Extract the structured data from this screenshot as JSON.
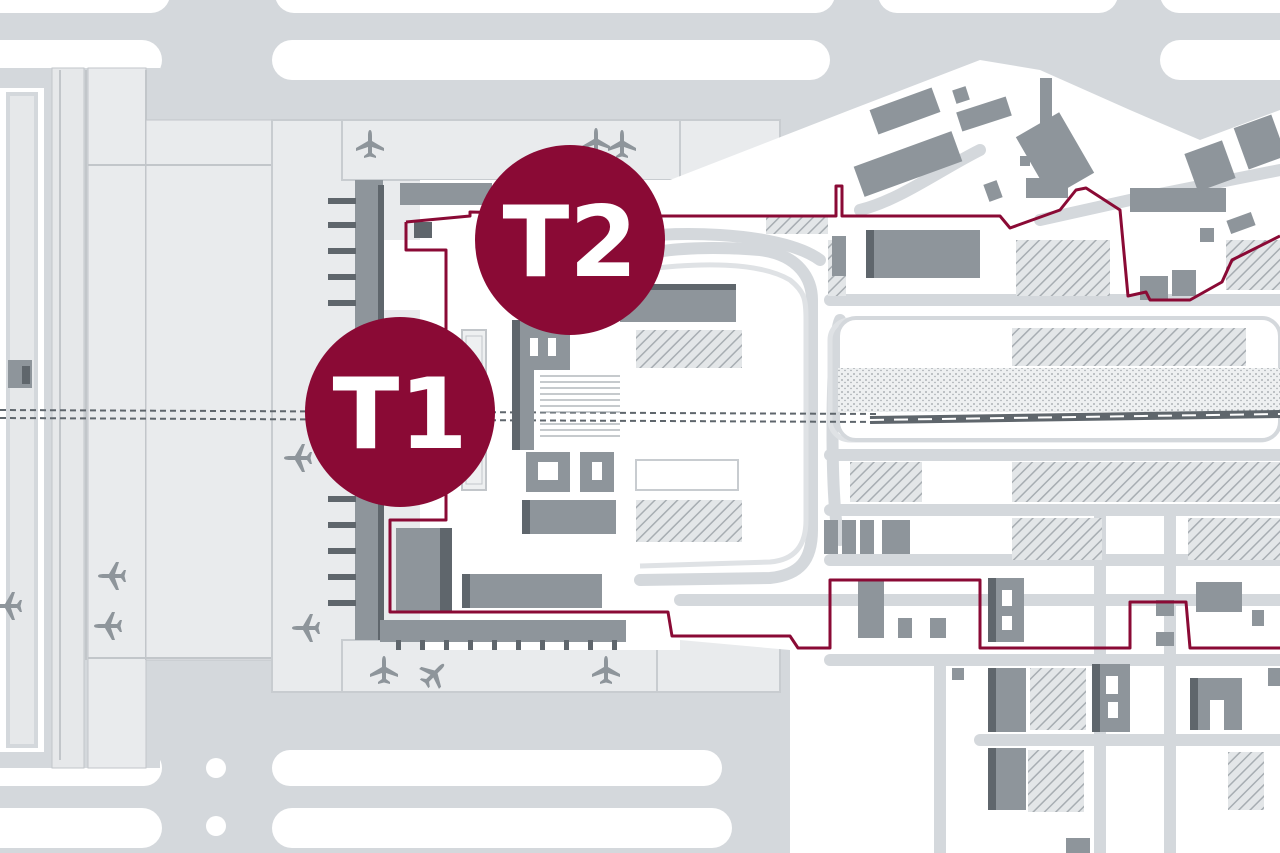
{
  "map": {
    "colors": {
      "background": "#d4d8dc",
      "land": "#ffffff",
      "road": "#d4d8dc",
      "building_top": "#8e959b",
      "building_side": "#5f666c",
      "boundary": "#8a0a35",
      "terminal_badge": "#8a0a35",
      "badge_text": "#ffffff",
      "hatch": "#a7adb2",
      "rail": "#5f666c"
    },
    "terminals": [
      {
        "id": "t1",
        "label": "T1"
      },
      {
        "id": "t2",
        "label": "T2"
      }
    ],
    "icons": {
      "aircraft": "airplane-icon"
    }
  }
}
